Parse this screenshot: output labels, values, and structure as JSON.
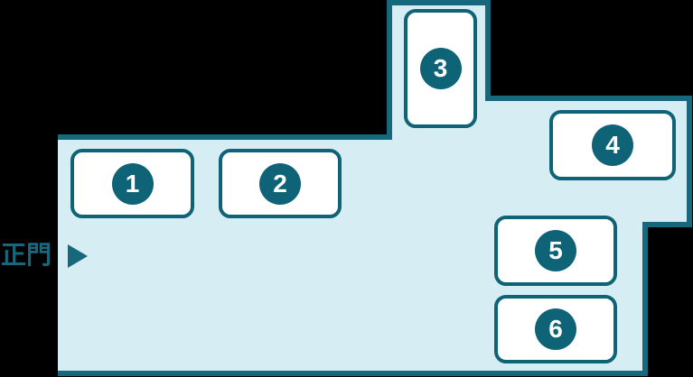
{
  "map": {
    "colors": {
      "background": "#000000",
      "area_fill": "#d6edf4",
      "outline": "#17677d",
      "building_border": "#0f6377",
      "number_circle": "#0f6377",
      "number_text": "#ffffff",
      "label": "#17677d"
    },
    "gate": {
      "label": "正門",
      "arrow_icon": "right-triangle"
    },
    "buildings": [
      {
        "number": "1"
      },
      {
        "number": "2"
      },
      {
        "number": "3"
      },
      {
        "number": "4"
      },
      {
        "number": "5"
      },
      {
        "number": "6"
      }
    ]
  }
}
